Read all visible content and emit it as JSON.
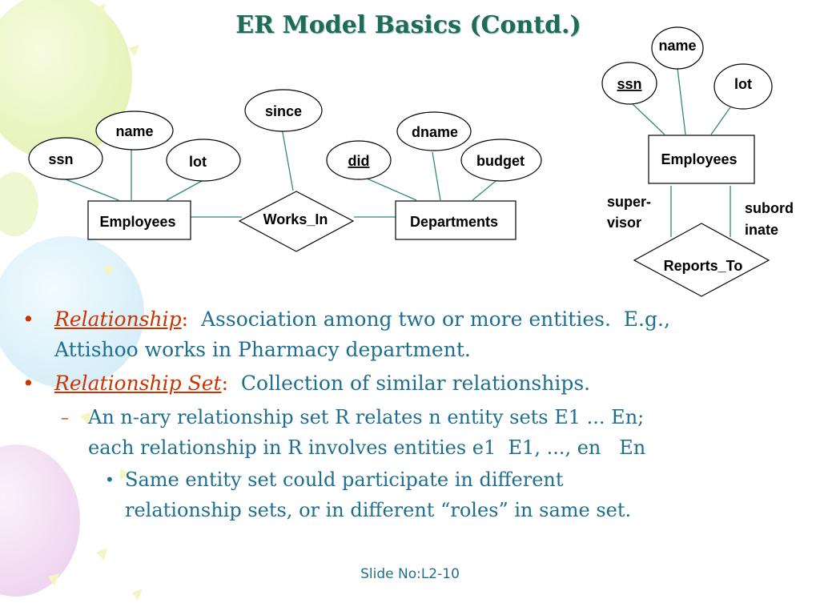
{
  "slide": {
    "title": "ER Model Basics (Contd.)",
    "footer": "Slide No:L2-10"
  },
  "diagram_left": {
    "entities": {
      "employees": "Employees",
      "departments": "Departments"
    },
    "relationship": "Works_In",
    "attributes": {
      "ssn": "ssn",
      "name": "name",
      "lot": "lot",
      "since": "since",
      "did": "did",
      "dname": "dname",
      "budget": "budget"
    }
  },
  "diagram_right": {
    "entity": "Employees",
    "relationship": "Reports_To",
    "attributes": {
      "ssn": "ssn",
      "name": "name",
      "lot": "lot"
    },
    "roles": {
      "supervisor_1": "super-",
      "supervisor_2": "visor",
      "subordinate_1": "subord",
      "subordinate_2": "inate"
    }
  },
  "bullets": {
    "b1": {
      "term": "Relationship",
      "colon": ":",
      "text_line1": "  Association among two or more entities.  E.g.,",
      "text_line2": "Attishoo works in Pharmacy department."
    },
    "b2": {
      "term": "Relationship Set",
      "colon": ":",
      "text": "  Collection of similar relationships."
    },
    "sub": {
      "line1": "An n-ary relationship set  R relates n entity sets E1 ... En;",
      "line2": "each relationship in R involves entities e1  E1, ..., en   En"
    },
    "subsub": {
      "line1": "Same entity set could participate in different",
      "line2": "relationship sets, or in different “roles” in same set."
    }
  },
  "colors": {
    "title": "#1f6b5a",
    "body_text": "#1e6f8f",
    "accent": "#cc3300",
    "edge": "#2e8b7a"
  }
}
